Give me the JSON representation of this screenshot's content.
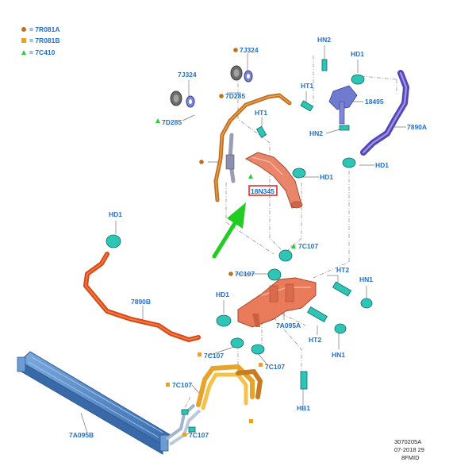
{
  "legend": [
    {
      "symbol": "circle",
      "color": "#c0701c",
      "label": "= 7R081A"
    },
    {
      "symbol": "square",
      "color": "#f0a020",
      "label": "= 7R081B"
    },
    {
      "symbol": "triangle",
      "color": "#2ecc40",
      "label": "= 7C410"
    }
  ],
  "labels": {
    "hn2_top": "HN2",
    "hd1_top": "HD1",
    "p7j324_a": "7J324",
    "p7j324_b": "7J324",
    "p7d285_a": "7D285",
    "p7d285_b": "7D285",
    "ht1_a": "HT1",
    "ht1_b": "HT1",
    "p18495": "18495",
    "hn2_mid": "HN2",
    "p7890a": "7890A",
    "hd1_right": "HD1",
    "hd1_mid": "HD1",
    "p18n345": "18N345",
    "hd1_left": "HD1",
    "p7c107_a": "7C107",
    "p7c107_b": "7C107",
    "ht2_a": "HT2",
    "hn1_a": "HN1",
    "p7890b": "7890B",
    "hd1_low": "HD1",
    "p7a095a": "7A095A",
    "ht2_b": "HT2",
    "hn1_b": "HN1",
    "p7c107_c": "7C107",
    "p7c107_d": "7C107",
    "p7c107_e": "7C107",
    "hb1": "HB1",
    "p7c107_f": "7C107",
    "p7a095b": "7A095B"
  },
  "meta": {
    "line1": "3070205A",
    "line2": "07-2018 29",
    "line3": "8FMID"
  },
  "colors": {
    "label_blue": "#1f6fd1",
    "highlight_red": "#e02020",
    "arrow_green": "#22cc22",
    "hose_orange": "#e0551a",
    "tube_copper": "#c87020",
    "hose_purple": "#6a5fc8",
    "cooler_blue": "#4f86c9",
    "clamp_teal": "#2ec4b6"
  }
}
